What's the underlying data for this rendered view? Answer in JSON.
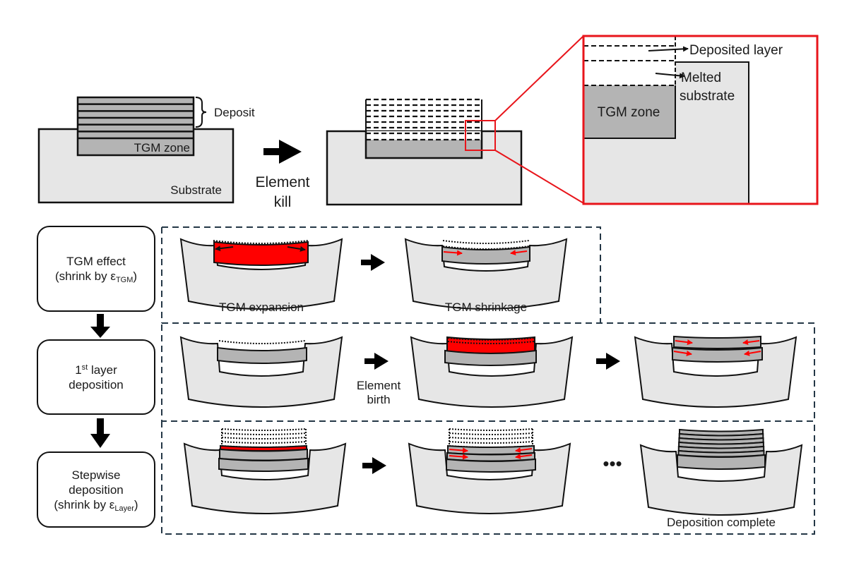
{
  "top_panel": {
    "original": {
      "deposit_label": "Deposit",
      "tgm_zone_label": "TGM zone",
      "substrate_label": "Substrate",
      "deposit_layers": 6
    },
    "transition": {
      "line1": "Element",
      "line2": "kill"
    },
    "inset": {
      "deposited_layer_label": "Deposited layer",
      "melted_line1": "Melted",
      "melted_line2": "substrate",
      "tgm_zone_label": "TGM zone"
    }
  },
  "flow_steps": [
    {
      "line1": "TGM effect",
      "line2_prefix": "(shrink by ε",
      "line2_sub": "TGM",
      "line2_suffix": ")"
    },
    {
      "line1_num": "1",
      "line1_sup": "st",
      "line1_rest": " layer",
      "line2": "deposition"
    },
    {
      "line1": "Stepwise",
      "line2": "deposition",
      "line3_prefix": "(shrink by ε",
      "line3_sub": "Layer",
      "line3_suffix": ")"
    }
  ],
  "panels": {
    "tgm": {
      "expansion_caption": "TGM expansion",
      "shrinkage_caption": "TGM shrinkage"
    },
    "first_layer": {
      "birth_line1": "Element",
      "birth_line2": "birth"
    },
    "stepwise": {
      "ellipsis": "•••",
      "complete_caption": "Deposition complete",
      "final_layers": 7
    }
  },
  "colors": {
    "highlight_red": "#ff0000",
    "inset_frame": "#e8151b",
    "substrate_fill": "#e6e6e6",
    "tgm_fill": "#b4b4b4",
    "panel_border": "#243746",
    "outline": "#111111"
  }
}
